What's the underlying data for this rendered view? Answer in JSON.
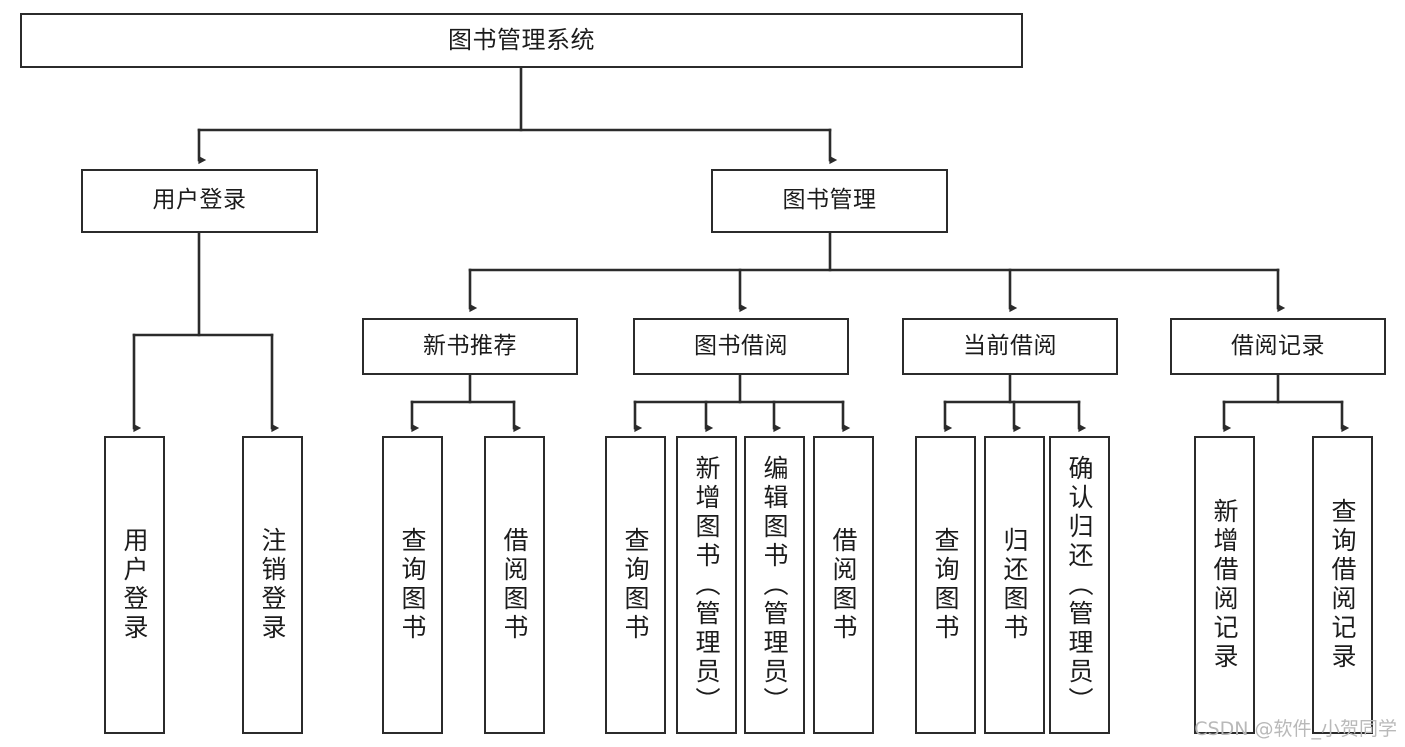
{
  "diagram": {
    "type": "tree-hierarchy",
    "title": "图书管理系统",
    "watermark": "CSDN @软件_小贺同学",
    "colors": {
      "stroke": "#2b2b2b",
      "background": "#ffffff",
      "text": "#1c1c1c",
      "watermark": "#b9b9b9"
    },
    "nodes": {
      "root": {
        "label": "图书管理系统"
      },
      "level1": [
        {
          "id": "user-login",
          "label": "用户登录"
        },
        {
          "id": "book-management",
          "label": "图书管理"
        }
      ],
      "level2": [
        {
          "id": "new-book-recommend",
          "label": "新书推荐"
        },
        {
          "id": "book-borrow",
          "label": "图书借阅"
        },
        {
          "id": "current-borrow",
          "label": "当前借阅"
        },
        {
          "id": "borrow-record",
          "label": "借阅记录"
        }
      ],
      "leaves": {
        "user-login": [
          {
            "id": "leaf-user-login",
            "label": "用户登录"
          },
          {
            "id": "leaf-logout-login",
            "label": "注销登录"
          }
        ],
        "new-book-recommend": [
          {
            "id": "leaf-query-book-1",
            "label": "查询图书"
          },
          {
            "id": "leaf-borrow-book-1",
            "label": "借阅图书"
          }
        ],
        "book-borrow": [
          {
            "id": "leaf-query-book-2",
            "label": "查询图书"
          },
          {
            "id": "leaf-add-book",
            "label": "新增图书（管理员）"
          },
          {
            "id": "leaf-edit-book",
            "label": "编辑图书（管理员）"
          },
          {
            "id": "leaf-borrow-book-2",
            "label": "借阅图书"
          }
        ],
        "current-borrow": [
          {
            "id": "leaf-query-book-3",
            "label": "查询图书"
          },
          {
            "id": "leaf-return-book",
            "label": "归还图书"
          },
          {
            "id": "leaf-confirm-return",
            "label": "确认归还（管理员）"
          }
        ],
        "borrow-record": [
          {
            "id": "leaf-add-record",
            "label": "新增借阅记录"
          },
          {
            "id": "leaf-query-record",
            "label": "查询借阅记录"
          }
        ]
      }
    }
  }
}
